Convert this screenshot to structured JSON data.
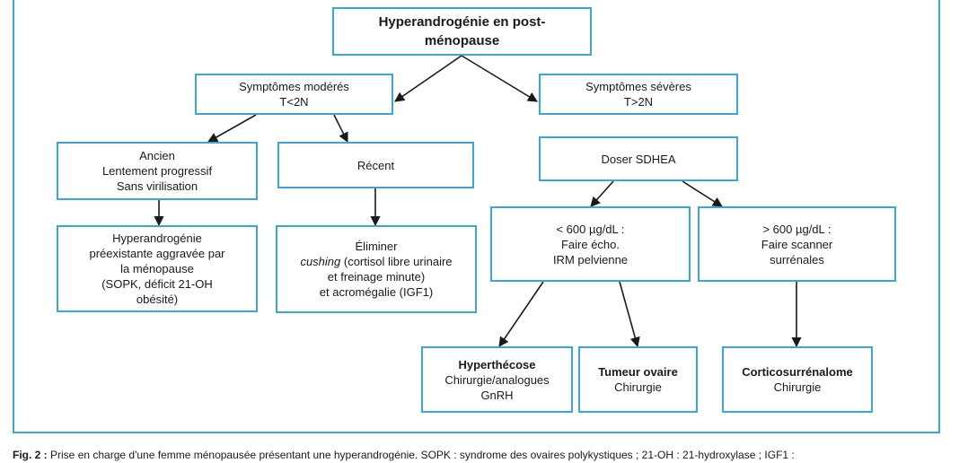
{
  "nodes": {
    "root": {
      "lines": [
        "Hyperandrogénie en post-",
        "ménopause"
      ]
    },
    "moderate": {
      "lines": [
        "Symptômes modérés",
        "T<2N"
      ]
    },
    "severe": {
      "lines": [
        "Symptômes sévères",
        "T>2N"
      ]
    },
    "old": {
      "lines": [
        "Ancien",
        "Lentement progressif",
        "Sans virilisation"
      ]
    },
    "recent": {
      "lines": [
        "Récent"
      ]
    },
    "sdhea": {
      "lines": [
        "Doser SDHEA"
      ]
    },
    "preexisting": {
      "lines": [
        "Hyperandrogénie",
        "préexistante aggravée par",
        "la ménopause",
        "(SOPK, déficit 21-OH",
        "obésité)"
      ]
    },
    "eliminate": {
      "lines": [
        "Éliminer",
        "cushing (cortisol libre urinaire",
        "et freinage minute)",
        "et acromégalie (IGF1)"
      ]
    },
    "below600": {
      "lines": [
        "< 600 µg/dL :",
        "Faire écho.",
        "IRM pelvienne"
      ]
    },
    "above600": {
      "lines": [
        "> 600 µg/dL :",
        "Faire scanner",
        "surrénales"
      ]
    },
    "hyperthecose": {
      "title": "Hyperthécose",
      "lines": [
        "Chirurgie/analogues",
        "GnRH"
      ]
    },
    "tumeur": {
      "title": "Tumeur ovaire",
      "lines": [
        "Chirurgie"
      ]
    },
    "cortico": {
      "title": "Corticosurrénalome",
      "lines": [
        "Chirurgie"
      ]
    }
  },
  "caption": {
    "label": "Fig. 2 :",
    "text": "Prise en charge d'une femme ménopausée présentant une hyperandrogénie. SOPK : syndrome des ovaires polykystiques ; 21-OH : 21-hydroxylase ; IGF1 :"
  },
  "colors": {
    "border": "#3aa7d6",
    "arrow": "#1a1a1a"
  }
}
